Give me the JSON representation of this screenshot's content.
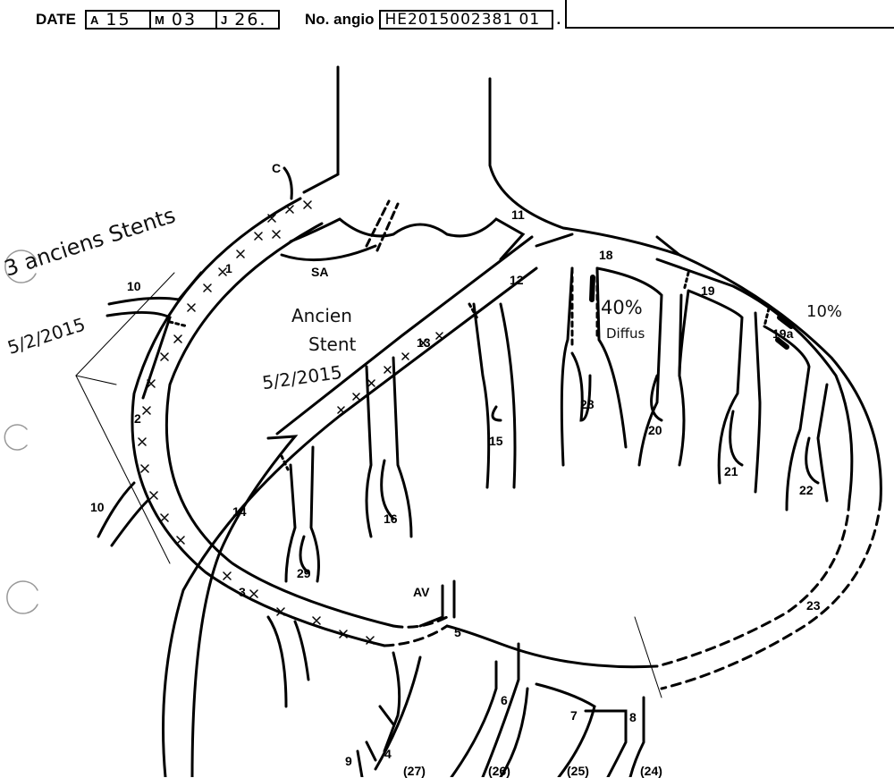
{
  "header": {
    "date_label": "DATE",
    "year_key": "A",
    "year_value": "15",
    "month_key": "M",
    "month_value": "03",
    "day_key": "J",
    "day_value": "26.",
    "angio_label": "No. angio",
    "angio_value": "HE2015002381 01",
    "angio_suffix": "."
  },
  "segments": {
    "c": "C",
    "sa": "SA",
    "av": "AV",
    "s1": "1",
    "s2": "2",
    "s3": "3",
    "s4": "4",
    "s5": "5",
    "s6": "6",
    "s7": "7",
    "s8": "8",
    "s9": "9",
    "s10a": "10",
    "s10b": "10",
    "s11": "11",
    "s12": "12",
    "s13": "13",
    "s14": "14",
    "s15": "15",
    "s16": "16",
    "s18": "18",
    "s19": "19",
    "s19a": "19a",
    "s20": "20",
    "s21": "21",
    "s22": "22",
    "s23": "23",
    "s28": "28",
    "s29": "29",
    "s24": "(24)",
    "s25": "(25)",
    "s26": "(26)",
    "s27": "(27)"
  },
  "annotations": {
    "rca_stents_line1": "3 anciens Stents",
    "rca_stents_date": "5/2/2015",
    "lad_stent_line1": "Ancien",
    "lad_stent_line2": "Stent",
    "lad_stent_date": "5/2/2015",
    "lesion_18_percent": "40%",
    "lesion_18_note": "Diffus",
    "lesion_19a_percent": "10%"
  }
}
